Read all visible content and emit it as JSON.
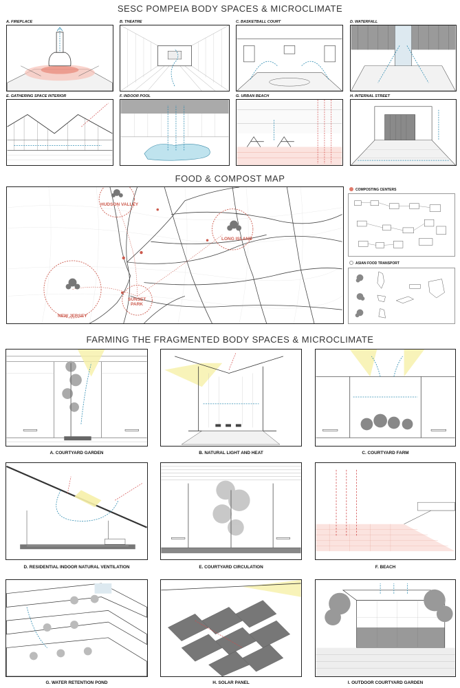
{
  "titles": {
    "top": "SESC POMPEIA BODY SPACES & MICROCLIMATE",
    "map": "FOOD & COMPOST MAP",
    "farming": "FARMING THE FRAGMENTED BODY SPACES & MICROCLIMATE"
  },
  "sesc_panels": [
    {
      "label": "A. FIREPLACE"
    },
    {
      "label": "B. THEATRE"
    },
    {
      "label": "C. BASKETBALL COURT"
    },
    {
      "label": "D. WATERFALL"
    },
    {
      "label": "E. GATHERING SPACE INTERIOR"
    },
    {
      "label": "F. INDOOR POOL"
    },
    {
      "label": "G. URBAN BEACH"
    },
    {
      "label": "H. INTERNAL STREET"
    }
  ],
  "map": {
    "regions": [
      "HUDSON VALLEY",
      "LONG ISLAND",
      "SUNSET PARK",
      "NEW JERSEY"
    ],
    "accent": "#cc5a4d"
  },
  "legend": {
    "composting": "COMPOSTING CENTERS",
    "asian_food": "ASIAN FOOD TRANSPORT",
    "dot_color": "#e07a6a"
  },
  "farming_panels": [
    {
      "caption": "A. COURTYARD GARDEN"
    },
    {
      "caption": "B. NATURAL LIGHT AND HEAT"
    },
    {
      "caption": "C. COURTYARD FARM"
    },
    {
      "caption": "D. RESIDENTIAL INDOOR NATURAL VENTILATION"
    },
    {
      "caption": "E. COURTYARD CIRCULATION"
    },
    {
      "caption": "F. BEACH"
    },
    {
      "caption": "G. WATER RETENTION POND"
    },
    {
      "caption": "H. SOLAR PANEL"
    },
    {
      "caption": "I. OUTDOOR COURTYARD GARDEN"
    }
  ]
}
